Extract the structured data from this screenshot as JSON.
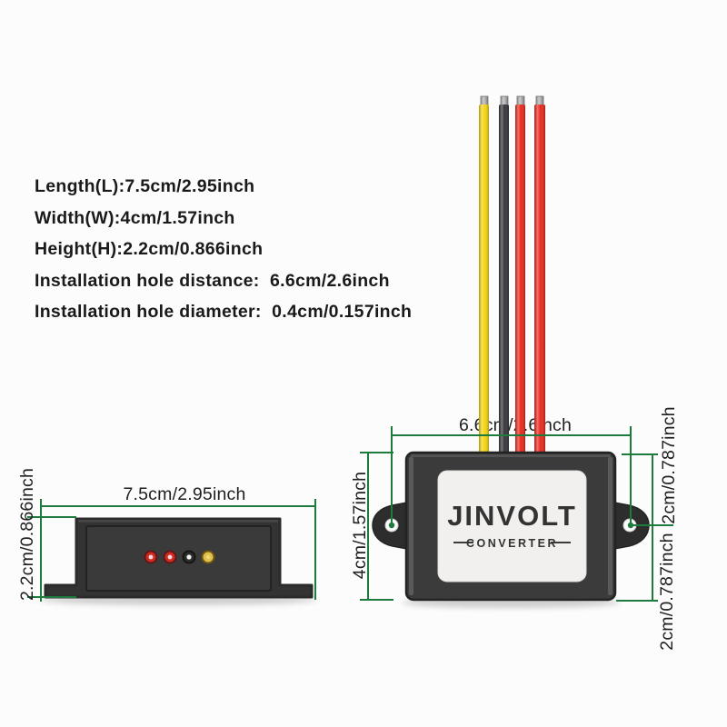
{
  "specs": [
    "Length(L):7.5cm/2.95inch",
    "Width(W):4cm/1.57inch",
    "Height(H):2.2cm/0.866inch",
    "Installation hole distance:  6.6cm/2.6inch",
    "Installation hole diameter:  0.4cm/0.157inch"
  ],
  "device": {
    "brand": "JINVOLT",
    "sublabel": "CONVERTER"
  },
  "dim_labels": {
    "hole_distance": "6.6cm/2.6inch",
    "top_view_width": "4cm/1.57inch",
    "hole_to_edge_top": "2cm/0.787inch",
    "hole_to_edge_bottom": "2cm/0.787inch",
    "side_view_length": "7.5cm/2.95inch",
    "side_view_height": "2.2cm/0.866inch"
  },
  "wires": [
    {
      "name": "yellow-wire",
      "color": "#f6d513"
    },
    {
      "name": "black-wire",
      "color": "#36363b"
    },
    {
      "name": "red-wire-1",
      "color": "#e92a1e"
    },
    {
      "name": "red-wire-2",
      "color": "#e92a1e"
    }
  ],
  "side_view_dots": [
    {
      "name": "red-wire-end",
      "color": "#cf2b20"
    },
    {
      "name": "red-wire-end",
      "color": "#cf2b20"
    },
    {
      "name": "black-wire-end",
      "color": "#2e2e2e"
    },
    {
      "name": "yellow-wire-end",
      "color": "#dfc04b"
    }
  ],
  "colors": {
    "dimension_green": "#1e7b3e",
    "device_body": "#3b3b3b",
    "device_ear": "#2d2d2d",
    "label_bg": "#f1f0ee",
    "label_text": "#333333",
    "spec_text": "#1a1a1a",
    "background": "#fcfcfc"
  }
}
